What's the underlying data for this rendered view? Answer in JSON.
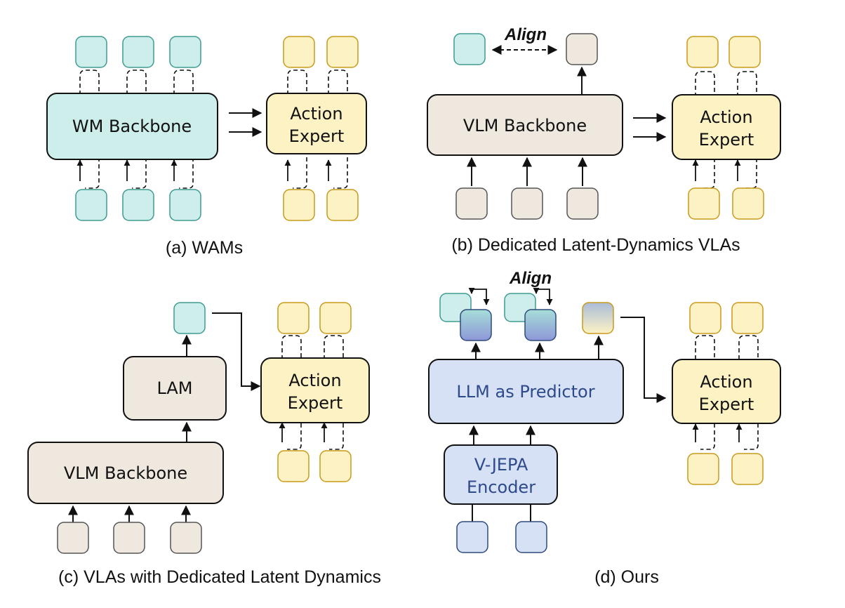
{
  "panels": {
    "a": {
      "caption": "(a) WAMs",
      "backbone_label": "WM Backbone",
      "expert_line1": "Action",
      "expert_line2": "Expert"
    },
    "b": {
      "caption": "(b) Dedicated Latent-Dynamics VLAs",
      "backbone_label": "VLM Backbone",
      "align_label": "Align",
      "expert_line1": "Action",
      "expert_line2": "Expert"
    },
    "c": {
      "caption": "(c) VLAs with Dedicated Latent Dynamics",
      "lam_label": "LAM",
      "backbone_label": "VLM Backbone",
      "expert_line1": "Action",
      "expert_line2": "Expert"
    },
    "d": {
      "caption": "(d) Ours",
      "align_label": "Align",
      "predictor_label": "LLM as Predictor",
      "encoder_line1": "V-JEPA",
      "encoder_line2": "Encoder",
      "expert_line1": "Action",
      "expert_line2": "Expert"
    }
  },
  "colors": {
    "teal_fill": "#cdeeea",
    "teal_stroke": "#3f9b92",
    "yellow_fill": "#fdf2c4",
    "yellow_stroke": "#c99a1b",
    "beige_fill": "#efe8de",
    "beige_stroke": "#555555",
    "blue_fill": "#d6e1f5",
    "blue_stroke": "#2d4a7a",
    "blue_text": "#2d4a8a"
  }
}
